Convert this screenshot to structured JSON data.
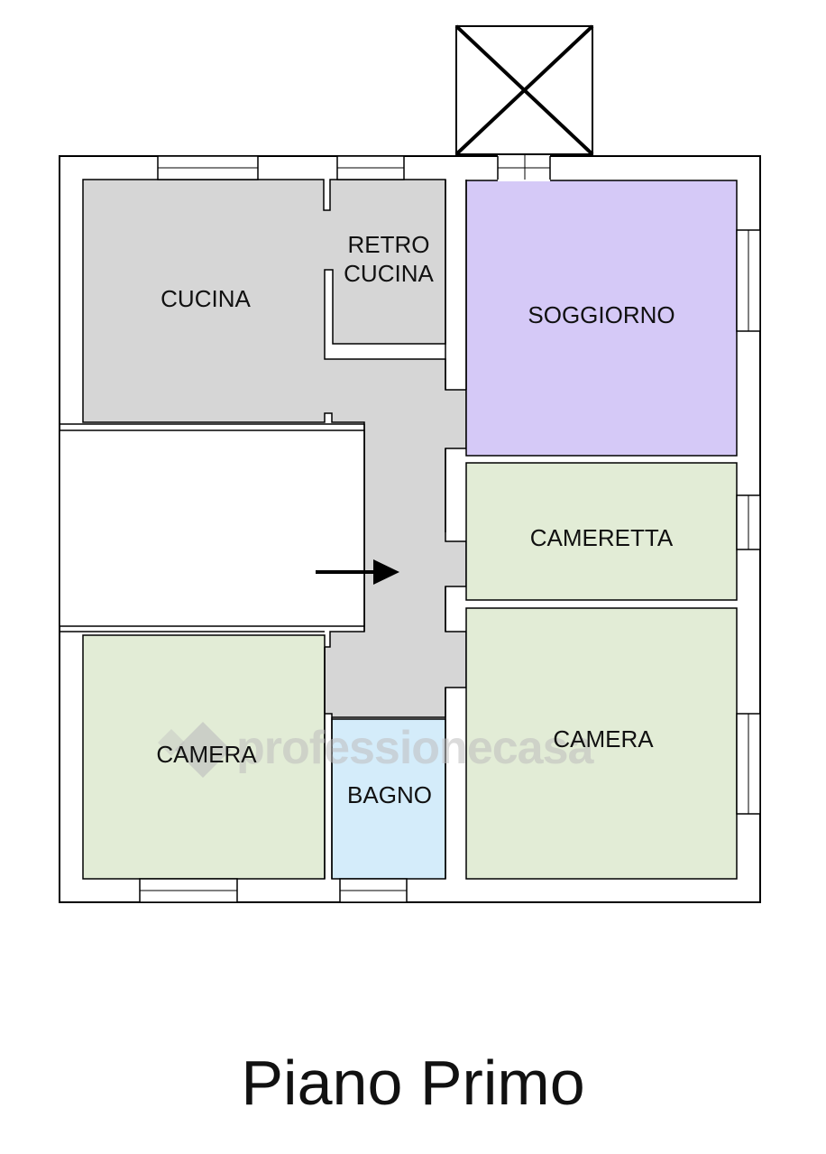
{
  "plan": {
    "title": "Piano Primo",
    "rooms": {
      "cucina": "CUCINA",
      "retro_cucina_line1": "RETRO",
      "retro_cucina_line2": "CUCINA",
      "soggiorno": "SOGGIORNO",
      "cameretta": "CAMERETTA",
      "camera_left": "CAMERA",
      "camera_right": "CAMERA",
      "bagno": "BAGNO"
    },
    "colors": {
      "cucina": "#d6d6d6",
      "corridor": "#d6d6d6",
      "soggiorno": "#d5c9f7",
      "cameretta": "#e2ecd6",
      "camera": "#e2ecd6",
      "bagno": "#d4ecfa",
      "wall": "#000000"
    },
    "watermark": "professionecasa",
    "icons": [
      "entrance-arrow-icon",
      "void-cross-icon",
      "watermark-logo-icon"
    ]
  }
}
